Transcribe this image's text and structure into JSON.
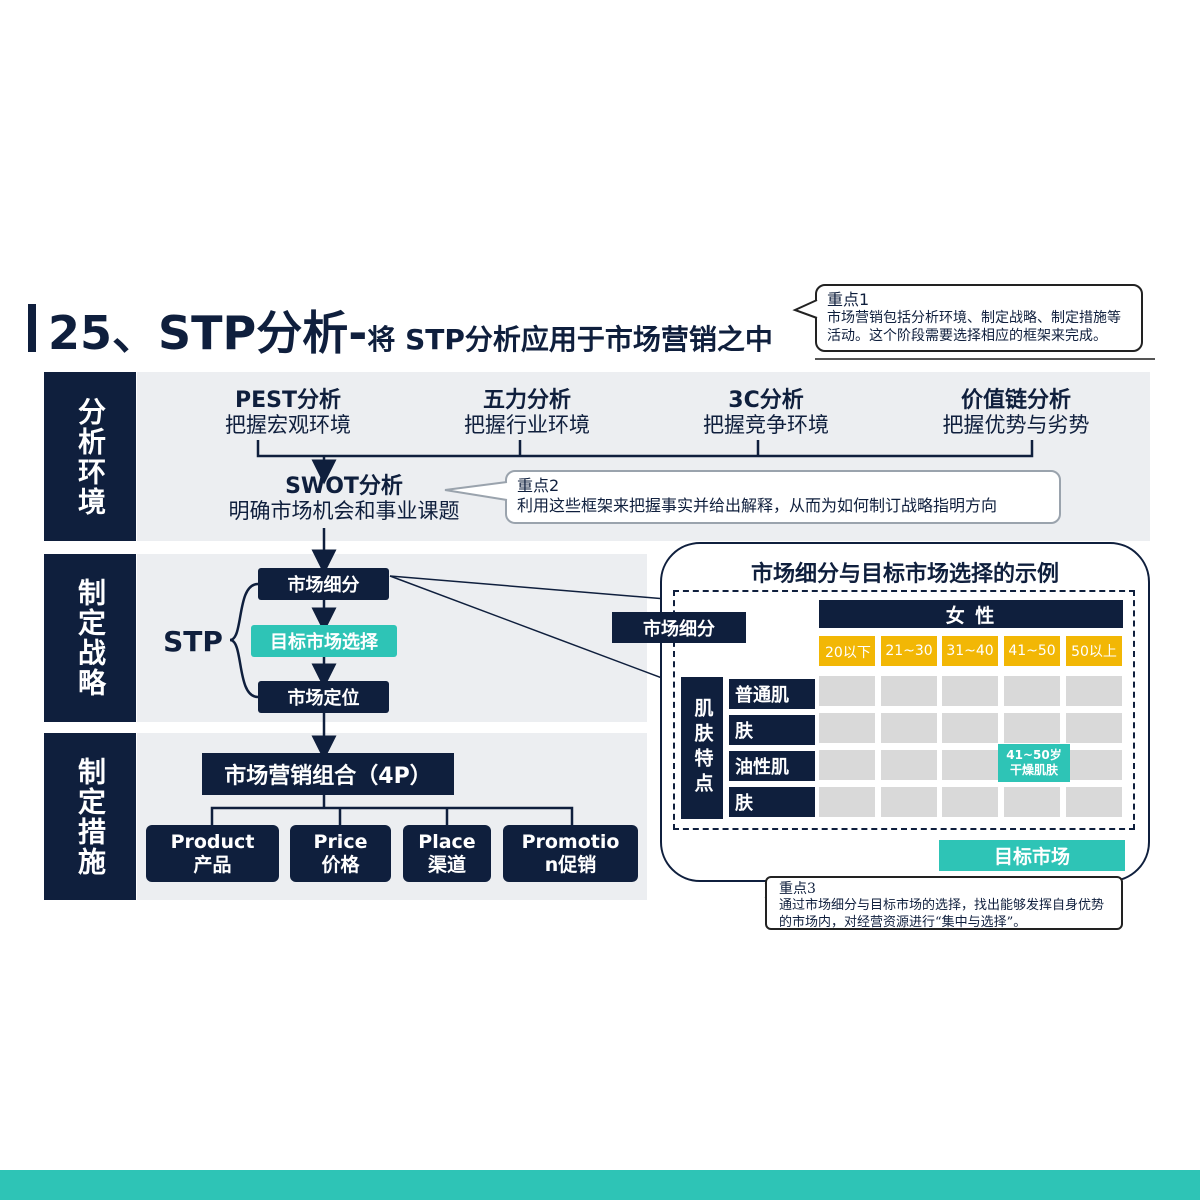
{
  "title": {
    "main": "25、STP分析-",
    "sub": "将 STP分析应用于市场营销之中"
  },
  "sections": {
    "analysis": "分析环境",
    "strategy": "制定战略",
    "measures": "制定措施"
  },
  "frameworks": [
    {
      "title": "PEST分析",
      "sub": "把握宏观环境"
    },
    {
      "title": "五力分析",
      "sub": "把握行业环境"
    },
    {
      "title": "3C分析",
      "sub": "把握竞争环境"
    },
    {
      "title": "价值链分析",
      "sub": "把握优势与劣势"
    }
  ],
  "swot": {
    "title": "SWOT分析",
    "sub": "明确市场机会和事业课题"
  },
  "notes": {
    "n1": {
      "title": "重点1",
      "text": "市场营销包括分析环境、制定战略、制定措施等活动。这个阶段需要选择相应的框架来完成。"
    },
    "n2": {
      "title": "重点2",
      "text": "利用这些框架来把握事实并给出解释，从而为如何制订战略指明方向"
    },
    "n3": {
      "title": "重点3",
      "text": "通过市场细分与目标市场的选择，找出能够发挥自身优势的市场内，对经营资源进行“集中与选择”。"
    }
  },
  "stp": {
    "label": "STP",
    "seg": "市场细分",
    "target": "目标市场选择",
    "position": "市场定位"
  },
  "marketing_mix": {
    "title": "市场营销组合（4P）",
    "items": [
      {
        "en": "Product",
        "cn": "产品"
      },
      {
        "en": "Price",
        "cn": "价格"
      },
      {
        "en": "Place",
        "cn": "渠道"
      },
      {
        "en": "Promotio",
        "cn": "n促销"
      }
    ]
  },
  "example": {
    "title": "市场细分与目标市场选择的示例",
    "seg_label": "市场细分",
    "gender": "女 性",
    "ages": [
      "20以下",
      "21~30",
      "31~40",
      "41~50",
      "50以上"
    ],
    "skin_title": "肌肤特点",
    "skin_types": [
      "普通肌",
      "肤",
      "油性肌",
      "肤"
    ],
    "highlight": "41~50岁干燥肌肤",
    "target_market": "目标市场"
  },
  "colors": {
    "navy": "#0f1f3d",
    "teal": "#2ec4b6",
    "gold": "#f2b705",
    "band": "#eceef1",
    "cell": "#d9d9d9",
    "arrow_red": "#b03a2e"
  }
}
